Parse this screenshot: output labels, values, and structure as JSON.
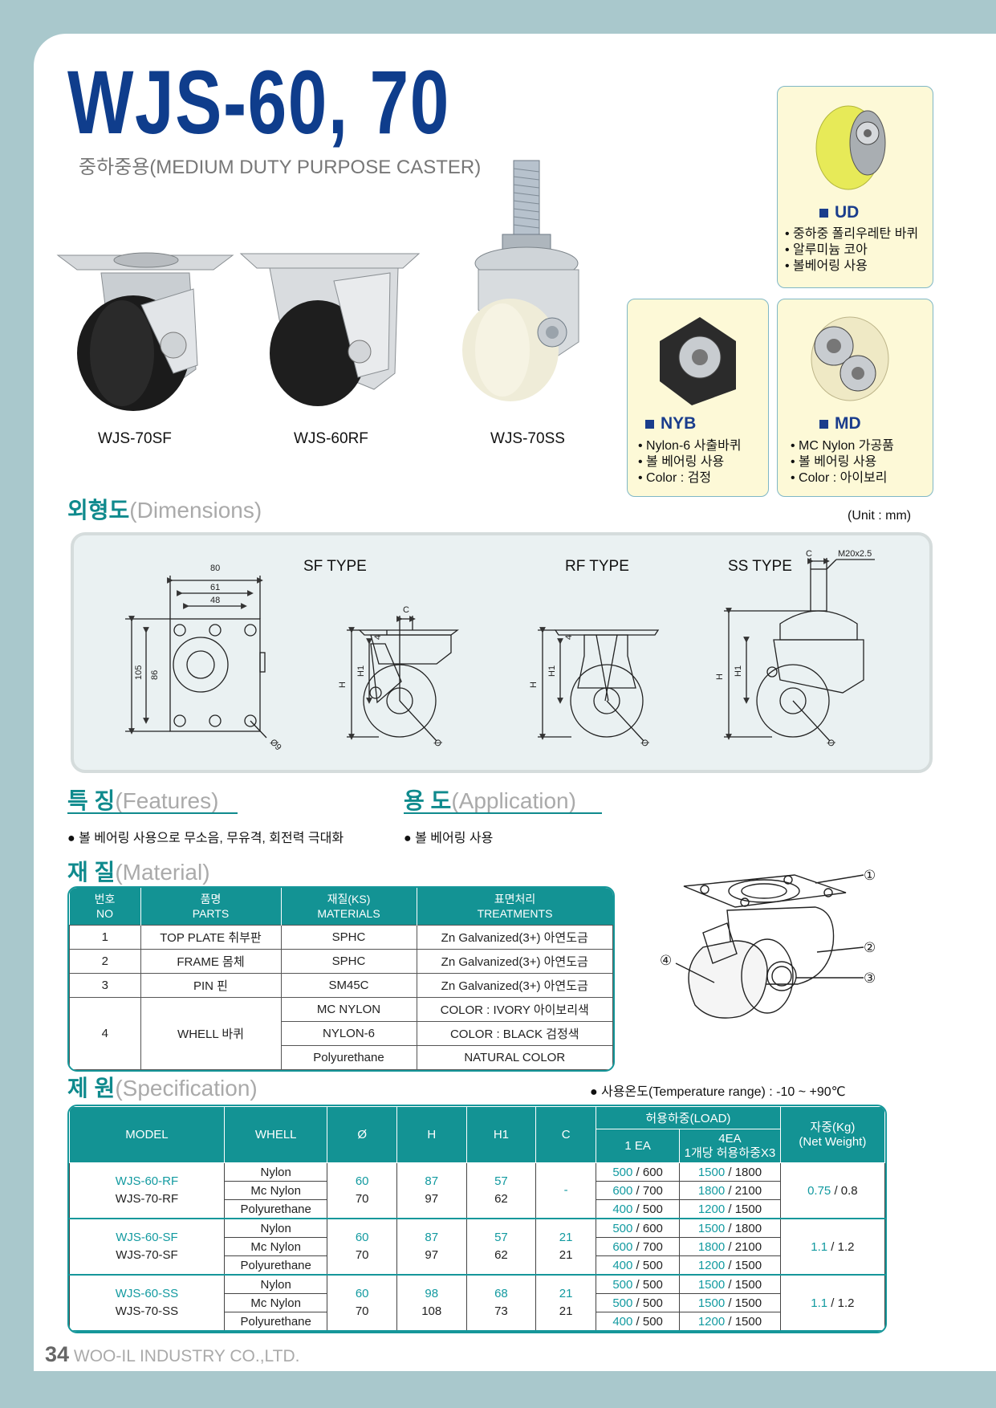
{
  "title": "WJS-60, 70",
  "subtitle": "중하중용(MEDIUM DUTY PURPOSE CASTER)",
  "products": [
    {
      "caption": "WJS-70SF"
    },
    {
      "caption": "WJS-60RF"
    },
    {
      "caption": "WJS-70SS"
    }
  ],
  "options": {
    "ud": {
      "title": "UD",
      "lines": [
        "• 중하중 폴리우레탄 바퀴",
        "• 알루미늄 코아",
        "• 볼베어링 사용"
      ]
    },
    "nyb": {
      "title": "NYB",
      "lines": [
        "• Nylon-6 사출바퀴",
        "• 볼 베어링 사용",
        "• Color : 검정"
      ]
    },
    "md": {
      "title": "MD",
      "lines": [
        "• MC Nylon 가공품",
        "• 볼 베어링 사용",
        "• Color : 아이보리"
      ]
    }
  },
  "dimensions": {
    "heading": "외형도",
    "heading_en": "(Dimensions)",
    "unit": "(Unit : mm)",
    "types": [
      "SF TYPE",
      "RF TYPE",
      "SS TYPE"
    ],
    "plate_labels": [
      "80",
      "61",
      "48",
      "105",
      "86",
      "Ø9"
    ],
    "labels": {
      "h": "H",
      "h1": "H1",
      "c": "C",
      "d": "Ø",
      "four": "4",
      "thread": "M20x2.5"
    }
  },
  "features": {
    "heading": "특 징",
    "heading_en": "(Features)",
    "text": "● 볼 베어링 사용으로 무소음, 무유격, 회전력 극대화"
  },
  "application": {
    "heading": "용 도",
    "heading_en": "(Application)",
    "text": "● 볼 베어링 사용"
  },
  "material": {
    "heading": "재 질",
    "heading_en": "(Material)",
    "headers": [
      [
        "번호",
        "NO"
      ],
      [
        "품명",
        "PARTS"
      ],
      [
        "재질(KS)",
        "MATERIALS"
      ],
      [
        "표면처리",
        "TREATMENTS"
      ]
    ],
    "rows": [
      {
        "no": "1",
        "part": "TOP PLATE 취부판",
        "mat": "SPHC",
        "treat": "Zn Galvanized(3+) 아연도금"
      },
      {
        "no": "2",
        "part": "FRAME 몸체",
        "mat": "SPHC",
        "treat": "Zn Galvanized(3+) 아연도금"
      },
      {
        "no": "3",
        "part": "PIN 핀",
        "mat": "SM45C",
        "treat": "Zn Galvanized(3+) 아연도금"
      }
    ],
    "wheel": {
      "no": "4",
      "part": "WHELL 바퀴",
      "variants": [
        {
          "mat": "MC NYLON",
          "treat": "COLOR : IVORY 아이보리색"
        },
        {
          "mat": "NYLON-6",
          "treat": "COLOR : BLACK 검정색"
        },
        {
          "mat": "Polyurethane",
          "treat": "NATURAL COLOR"
        }
      ]
    },
    "callouts": [
      "①",
      "②",
      "③",
      "④"
    ]
  },
  "spec": {
    "heading": "제 원",
    "heading_en": "(Specification)",
    "temperature": "● 사용온도(Temperature range) : -10 ~ +90℃",
    "headers": {
      "model": "MODEL",
      "wheel": "WHELL",
      "dia": "Ø",
      "h": "H",
      "h1": "H1",
      "c": "C",
      "load": "허용하중(LOAD)",
      "ea1": "1 EA",
      "ea4a": "4EA",
      "ea4b": "1개당 허용하중X3",
      "weight_a": "자중(Kg)",
      "weight_b": "(Net Weight)"
    },
    "groups": [
      {
        "model60": "WJS-60-RF",
        "model70": "WJS-70-RF",
        "wheels": [
          "Nylon",
          "Mc Nylon",
          "Polyurethane"
        ],
        "d60": "60",
        "d70": "70",
        "h60": "87",
        "h70": "97",
        "h160": "57",
        "h170": "62",
        "c60": "-",
        "c70": "",
        "loads": [
          [
            "500",
            "600",
            "1500",
            "1800"
          ],
          [
            "600",
            "700",
            "1800",
            "2100"
          ],
          [
            "400",
            "500",
            "1200",
            "1500"
          ]
        ],
        "w60": "0.75",
        "w70": "0.8"
      },
      {
        "model60": "WJS-60-SF",
        "model70": "WJS-70-SF",
        "wheels": [
          "Nylon",
          "Mc Nylon",
          "Polyurethane"
        ],
        "d60": "60",
        "d70": "70",
        "h60": "87",
        "h70": "97",
        "h160": "57",
        "h170": "62",
        "c60": "21",
        "c70": "21",
        "loads": [
          [
            "500",
            "600",
            "1500",
            "1800"
          ],
          [
            "600",
            "700",
            "1800",
            "2100"
          ],
          [
            "400",
            "500",
            "1200",
            "1500"
          ]
        ],
        "w60": "1.1",
        "w70": "1.2"
      },
      {
        "model60": "WJS-60-SS",
        "model70": "WJS-70-SS",
        "wheels": [
          "Nylon",
          "Mc Nylon",
          "Polyurethane"
        ],
        "d60": "60",
        "d70": "70",
        "h60": "98",
        "h70": "108",
        "h160": "68",
        "h170": "73",
        "c60": "21",
        "c70": "21",
        "loads": [
          [
            "500",
            "500",
            "1500",
            "1500"
          ],
          [
            "500",
            "500",
            "1500",
            "1500"
          ],
          [
            "400",
            "500",
            "1200",
            "1500"
          ]
        ],
        "w60": "1.1",
        "w70": "1.2"
      }
    ]
  },
  "footer": {
    "page": "34",
    "company": "WOO-IL INDUSTRY CO.,LTD."
  }
}
